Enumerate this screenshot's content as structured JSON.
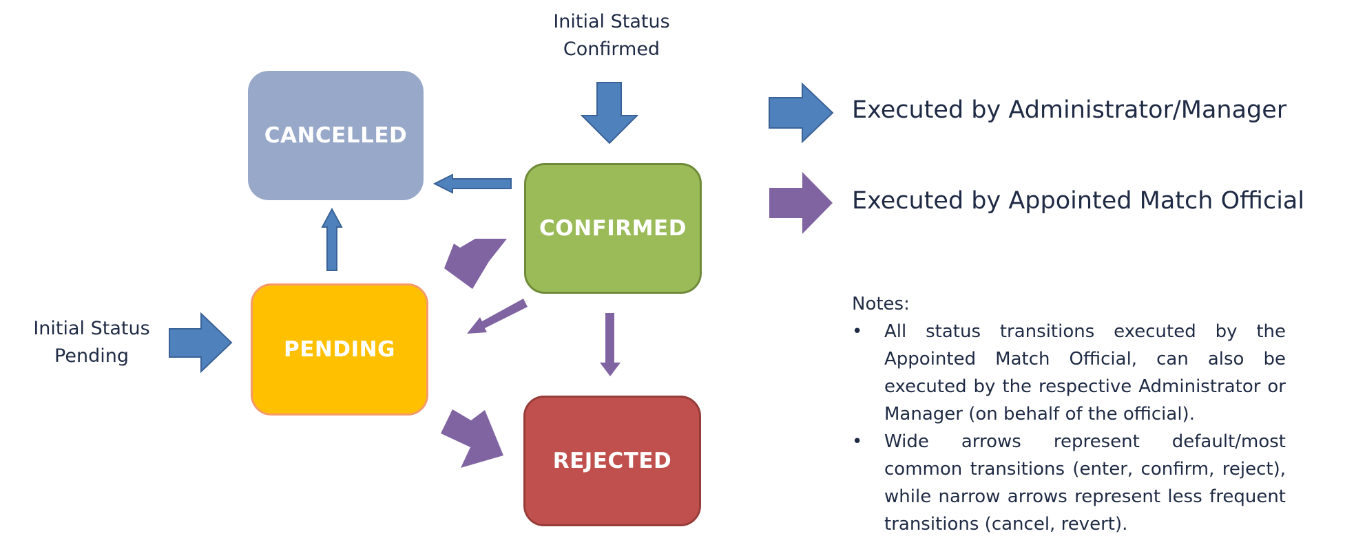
{
  "states": {
    "cancelled": "CANCELLED",
    "confirmed": "CONFIRMED",
    "pending": "PENDING",
    "rejected": "REJECTED"
  },
  "initial_labels": {
    "confirmed": [
      "Initial Status",
      "Confirmed"
    ],
    "pending": [
      "Initial Status",
      "Pending"
    ]
  },
  "legend": {
    "admin": "Executed by Administrator/Manager",
    "official": "Executed by Appointed Match Official"
  },
  "notes": {
    "title": "Notes:",
    "items": [
      "All status transitions executed by the Appointed Match Official, can also be executed by the respective Administrator or Manager (on behalf of the official).",
      "Wide arrows represent default/most common transitions (enter, confirm, reject), while narrow arrows represent less frequent transitions (cancel, revert)."
    ]
  },
  "colors": {
    "admin_arrow": "#4f81bd",
    "official_arrow": "#8064a2",
    "cancelled": "#98a8c8",
    "confirmed": "#9bbb59",
    "pending": "#ffc000",
    "rejected": "#c0504d"
  }
}
